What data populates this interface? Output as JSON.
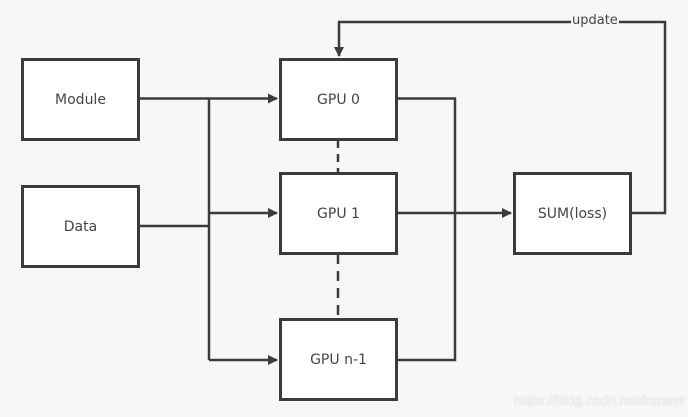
{
  "diagram": {
    "nodes": {
      "module": "Module",
      "data": "Data",
      "gpu0": "GPU 0",
      "gpu1": "GPU 1",
      "gpun1": "GPU n-1",
      "sum": "SUM(loss)"
    },
    "edges": [
      {
        "from": "Module",
        "to": "GPU 0",
        "style": "solid",
        "arrow": true
      },
      {
        "from": "Module",
        "to": "GPU 1",
        "style": "solid",
        "arrow": true
      },
      {
        "from": "Module",
        "to": "GPU n-1",
        "style": "solid",
        "arrow": true
      },
      {
        "from": "Data",
        "to": "GPU 0",
        "style": "solid",
        "arrow": true
      },
      {
        "from": "Data",
        "to": "GPU 1",
        "style": "solid",
        "arrow": true
      },
      {
        "from": "Data",
        "to": "GPU n-1",
        "style": "solid",
        "arrow": true
      },
      {
        "from": "GPU 0",
        "to": "SUM(loss)",
        "style": "solid",
        "arrow": true
      },
      {
        "from": "GPU 1",
        "to": "SUM(loss)",
        "style": "solid",
        "arrow": true
      },
      {
        "from": "GPU n-1",
        "to": "SUM(loss)",
        "style": "solid",
        "arrow": true
      },
      {
        "from": "GPU 0",
        "to": "GPU 1",
        "style": "dashed",
        "arrow": false
      },
      {
        "from": "GPU 1",
        "to": "GPU n-1",
        "style": "dashed",
        "arrow": false
      },
      {
        "from": "SUM(loss)",
        "to": "GPU 0",
        "style": "solid",
        "arrow": true,
        "label": "update"
      }
    ],
    "update_label": "update"
  },
  "colors": {
    "background": "#f7f7f7",
    "stroke": "#3b3b3b",
    "node_fill": "#ffffff",
    "text": "#444444"
  },
  "watermark": "https://blog.csdn.net/keneyr"
}
